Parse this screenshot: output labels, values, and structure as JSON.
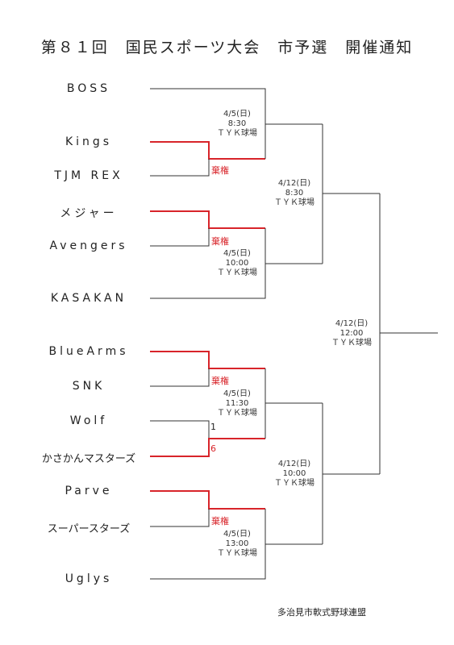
{
  "title": "第８１回　国民スポーツ大会　市予選　開催通知",
  "teams": [
    "BOSS",
    "Kings",
    "TJM REX",
    "メジャー",
    "Avengers",
    "KASAKAN",
    "BlueArms",
    "SNK",
    "Wolf",
    "かさかんマスターズ",
    "Parve",
    "スーパースターズ",
    "Uglys"
  ],
  "matches": {
    "kings_rex": {
      "note": "棄権"
    },
    "major_avengers": {
      "note": "棄権"
    },
    "bluearms_snk": {
      "note": "棄権"
    },
    "wolf_kasakan": {
      "score_top": "1",
      "score_bottom": "6"
    },
    "parve_super": {
      "note": "棄権"
    }
  },
  "schedule": {
    "r1_top": {
      "date": "4/5(日)",
      "time": "8:30",
      "venue": "ＴＹＫ球場"
    },
    "r1_kasakan": {
      "date": "4/5(日)",
      "time": "10:00",
      "venue": "ＴＹＫ球場"
    },
    "r1_snk": {
      "date": "4/5(日)",
      "time": "11:30",
      "venue": "ＴＹＫ球場"
    },
    "r1_uglys": {
      "date": "4/5(日)",
      "time": "13:00",
      "venue": "ＴＹＫ球場"
    },
    "semi_top": {
      "date": "4/12(日)",
      "time": "8:30",
      "venue": "ＴＹＫ球場"
    },
    "semi_bottom": {
      "date": "4/12(日)",
      "time": "10:00",
      "venue": "ＴＹＫ球場"
    },
    "final": {
      "date": "4/12(日)",
      "time": "12:00",
      "venue": "ＴＹＫ球場"
    }
  },
  "footer": "多治見市軟式野球連盟",
  "colors": {
    "winner_line": "#d8242a",
    "line": "#333333",
    "text": "#222222"
  }
}
